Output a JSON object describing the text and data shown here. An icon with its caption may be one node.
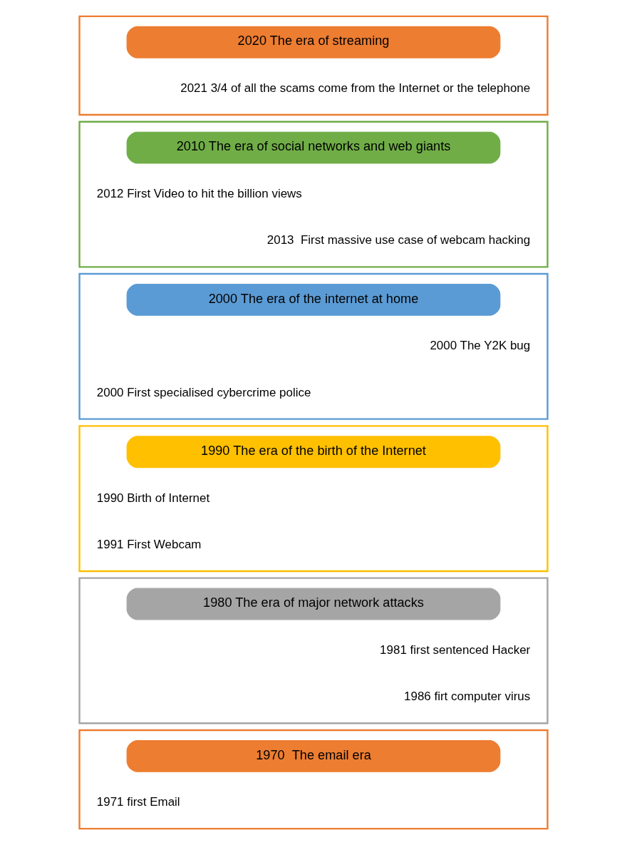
{
  "diagram": {
    "nodes": [
      {
        "text": [
          "1971 first Email"
        ]
      },
      {
        "text": [
          "1970  The email era"
        ],
        "in": 0
      },
      {
        "text": [
          "1981 first sentenced Hacker",
          "1986 firt computer virus"
        ]
      },
      {
        "text": [
          "1980 The era of major network attacks"
        ],
        "in": 2
      },
      {
        "text": [
          "1990 Birth of Internet",
          "1991 First Webcam"
        ]
      },
      {
        "text": [
          "1990 The era of the birth of the Internet"
        ],
        "in": 4
      },
      {
        "text": [
          "2000 The Y2K bug",
          "2000 First specialised cybercrime police"
        ]
      },
      {
        "text": [
          "2000 The era of the internet at home"
        ],
        "in": 6
      },
      {
        "text": [
          "2012 First Video to hit the billion views",
          "2013  First massive use case of webcam hacking"
        ]
      },
      {
        "text": [
          "2010 The era of social networks and web giants"
        ],
        "in": 8
      },
      {
        "text": [
          "2021 3/4 of all the scams come from the Internet or the telephone"
        ]
      },
      {
        "text": [
          "2020 The era of streaming"
        ],
        "in": 10
      }
    ],
    "edges": []
  }
}
